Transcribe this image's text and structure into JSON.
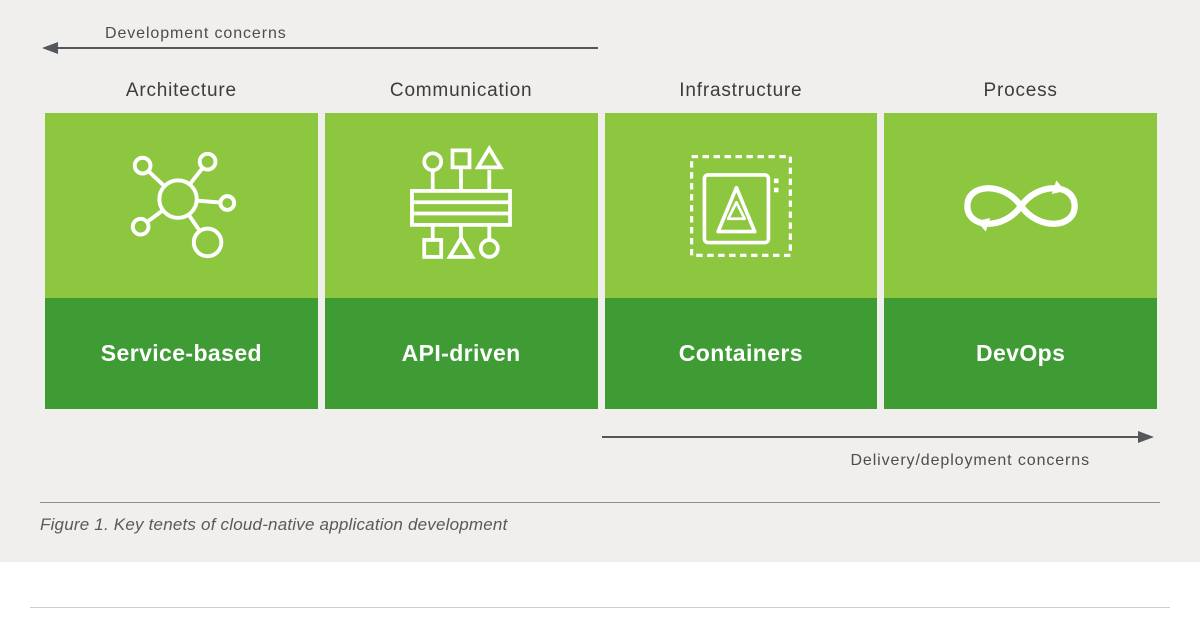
{
  "figure": {
    "top_arrow": {
      "label": "Development concerns",
      "direction": "left"
    },
    "bottom_arrow": {
      "label": "Delivery/deployment concerns",
      "direction": "right"
    },
    "caption": "Figure 1. Key tenets of cloud-native application development",
    "columns": [
      {
        "header": "Architecture",
        "label": "Service-based",
        "icon": "network-icon"
      },
      {
        "header": "Communication",
        "label": "API-driven",
        "icon": "api-bus-icon"
      },
      {
        "header": "Infrastructure",
        "label": "Containers",
        "icon": "container-icon"
      },
      {
        "header": "Process",
        "label": "DevOps",
        "icon": "devops-infinity-icon"
      }
    ],
    "colors": {
      "background": "#f0efed",
      "card_light_green": "#8dc63f",
      "card_dark_green": "#3f9c35",
      "label_text": "#ffffff",
      "text": "#4d4d4d",
      "arrow": "#55565a"
    }
  }
}
